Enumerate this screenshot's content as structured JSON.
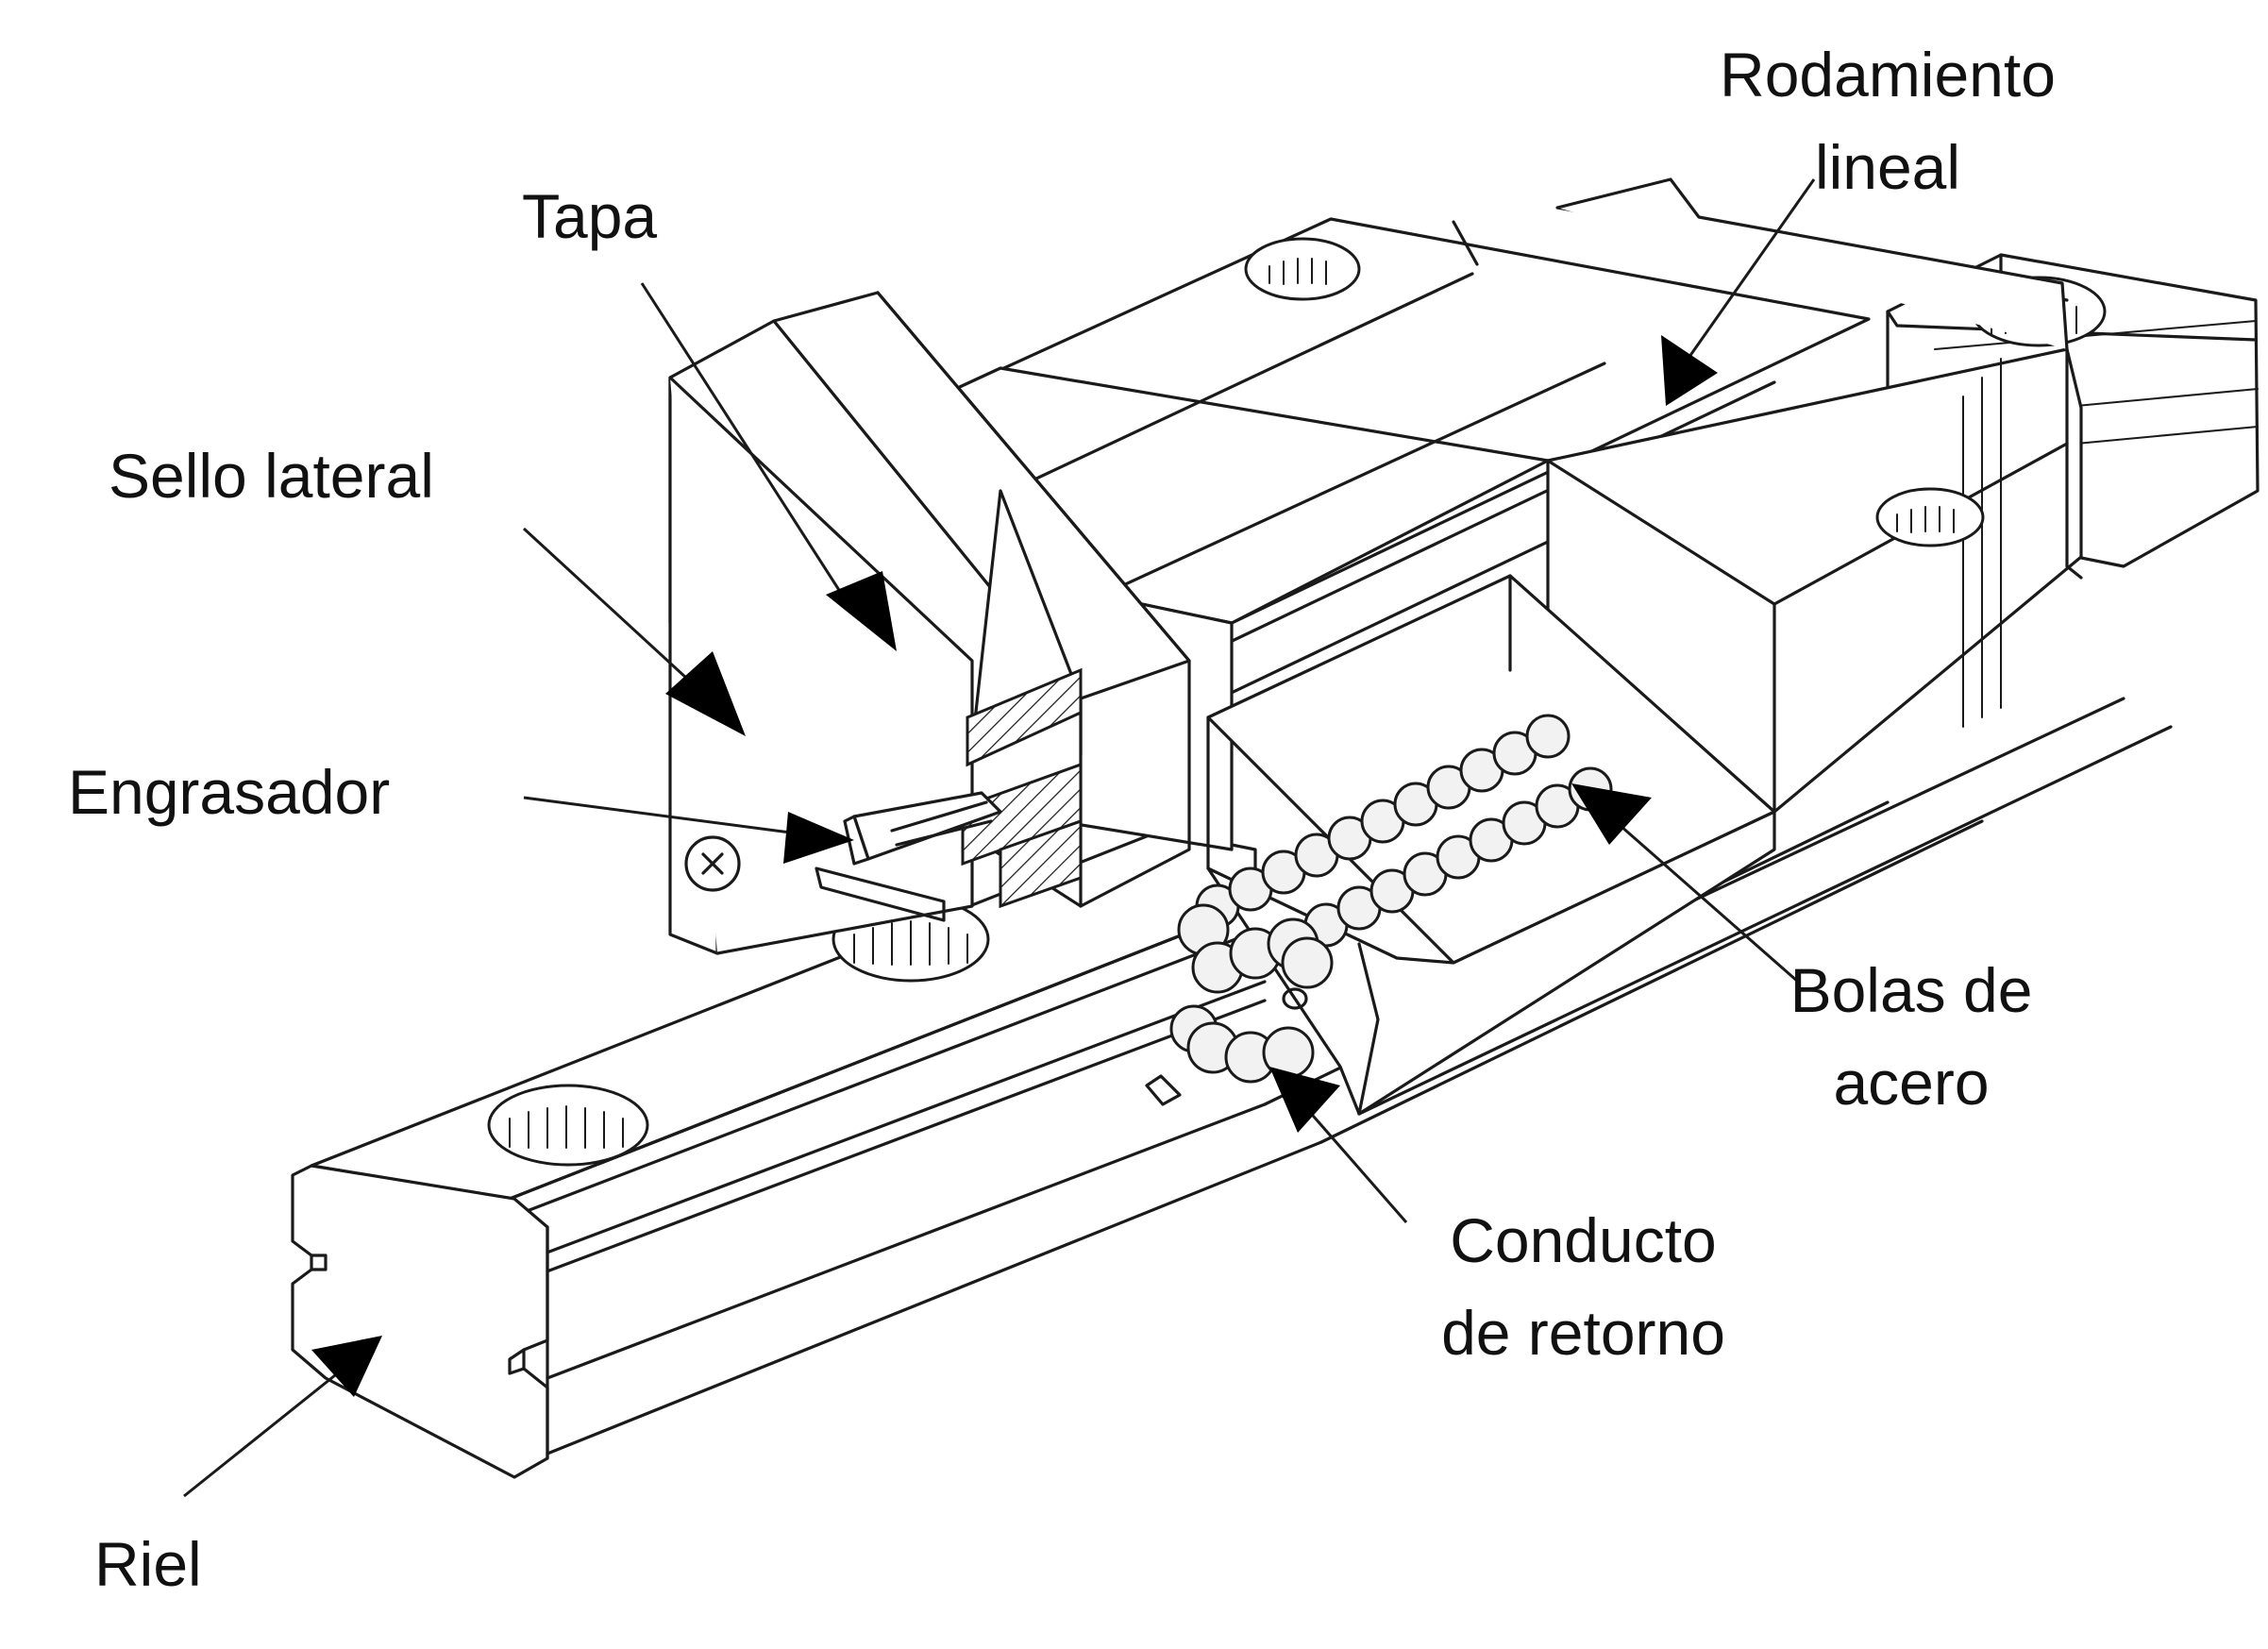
{
  "labels": {
    "rodamiento_line1": "Rodamiento",
    "rodamiento_line2": "lineal",
    "tapa": "Tapa",
    "sello_lateral": "Sello lateral",
    "engrasador": "Engrasador",
    "bolas_line1": "Bolas de",
    "bolas_line2": "acero",
    "conducto_line1": "Conducto",
    "conducto_line2": "de retorno",
    "riel": "Riel"
  },
  "colors": {
    "line": "#1a1a1a",
    "arrowhead": "#000000",
    "background": "#ffffff"
  }
}
